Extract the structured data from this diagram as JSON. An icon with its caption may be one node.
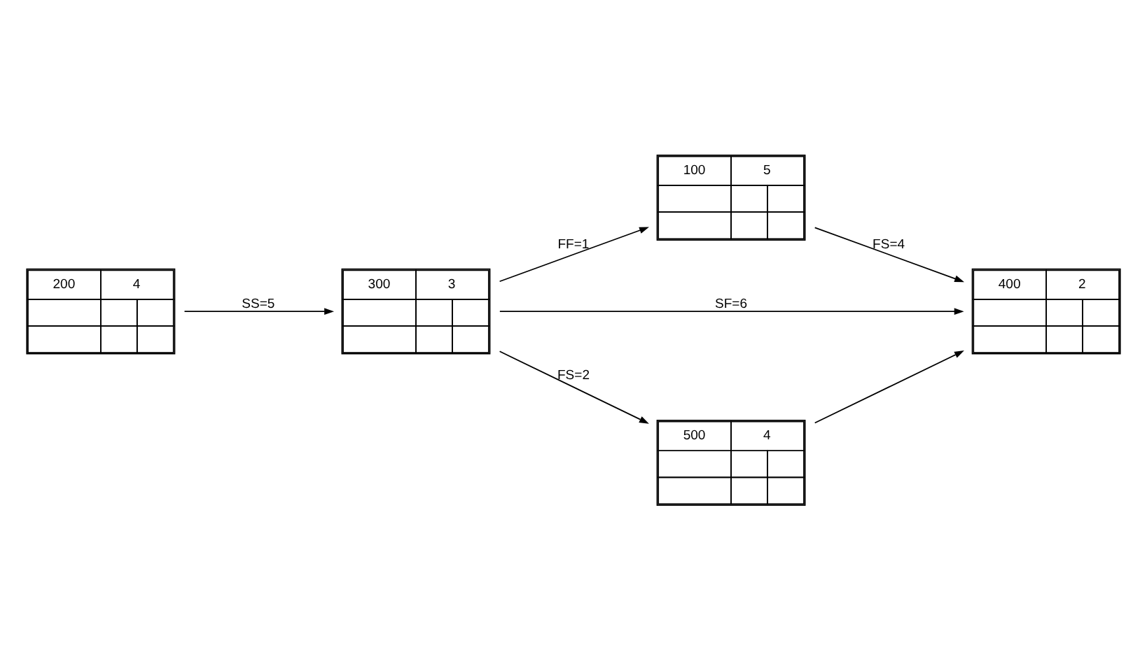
{
  "diagram": {
    "nodes": [
      {
        "text": [
          "200",
          "4"
        ]
      },
      {
        "text": [
          "300",
          "3"
        ]
      },
      {
        "text": [
          "100",
          "5"
        ]
      },
      {
        "text": [
          "400",
          "2"
        ]
      },
      {
        "text": [
          "500",
          "4"
        ]
      }
    ],
    "edges": [
      {
        "from": 0,
        "to": 1,
        "arrow": "to",
        "label": "SS=5"
      },
      {
        "from": 1,
        "to": 2,
        "arrow": "to",
        "label": "FF=1"
      },
      {
        "from": 1,
        "to": 3,
        "arrow": "to",
        "label": "SF=6"
      },
      {
        "from": 2,
        "to": 3,
        "arrow": "to",
        "label": "FS=4"
      },
      {
        "from": 1,
        "to": 4,
        "arrow": "to",
        "label": "FS=2"
      },
      {
        "from": 4,
        "to": 3,
        "arrow": "to"
      }
    ]
  }
}
